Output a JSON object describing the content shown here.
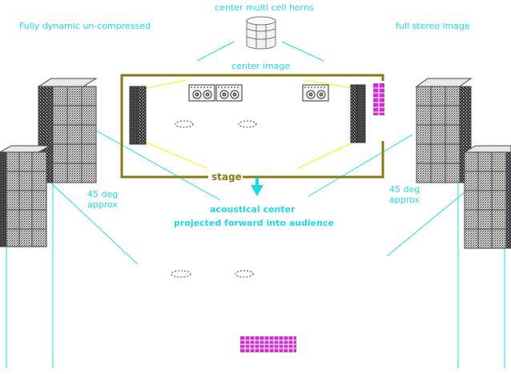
{
  "labels": {
    "center_horns": "center multi cell horns",
    "dynamic": "Fully dynamic  un-compressed",
    "stereo": "full stereo image",
    "center_image": "center image",
    "stage": "stage",
    "angle_left_1": "45 deg",
    "angle_left_2": "approx",
    "angle_right_1": "45 deg",
    "angle_right_2": "approx",
    "acoustic_1": "acoustical center",
    "acoustic_2": "projected forward into audience"
  },
  "colors": {
    "cyan": "#1fd8e6",
    "stage_outline": "#8a7a10",
    "yellow_lines": "#f5f000",
    "magenta": "#cc33cc"
  }
}
